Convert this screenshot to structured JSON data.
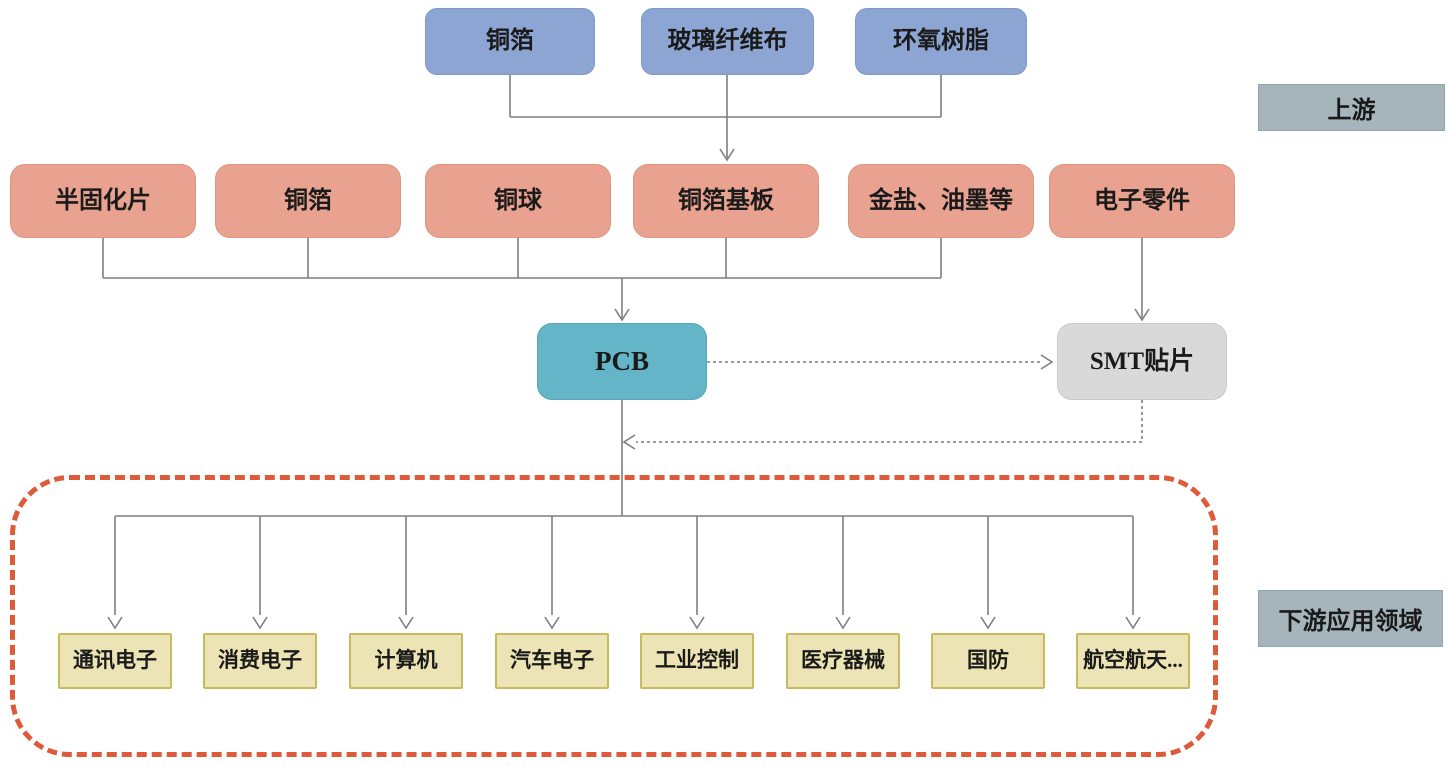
{
  "palette": {
    "blue": "#8CA5D3",
    "blueBorder": "#7E9AC9",
    "salmon": "#E8A28F",
    "salmonBorder": "#DD9480",
    "teal": "#65B5C8",
    "tealBorder": "#55A7BA",
    "gray": "#D9D9D9",
    "grayBorder": "#C9C9C9",
    "yellow": "#ECE4B4",
    "yellowBorder": "#C8BA5E",
    "label": "#A6B4BB",
    "labelBorder": "#90A7B0",
    "line": "#7F7F7F",
    "dashedBox": "#DD5B3B",
    "text": "#1A1A1A"
  },
  "stages": {
    "upstream_label": "上游",
    "downstream_label": "下游应用领域"
  },
  "raw_materials": [
    {
      "label": "铜箔"
    },
    {
      "label": "玻璃纤维布"
    },
    {
      "label": "环氧树脂"
    }
  ],
  "midstream_inputs": [
    {
      "label": "半固化片"
    },
    {
      "label": "铜箔"
    },
    {
      "label": "铜球"
    },
    {
      "label": "铜箔基板"
    },
    {
      "label": "金盐、油墨等"
    },
    {
      "label": "电子零件"
    }
  ],
  "core": {
    "pcb": "PCB",
    "smt": "SMT贴片"
  },
  "downstream_applications": [
    {
      "label": "通讯电子"
    },
    {
      "label": "消费电子"
    },
    {
      "label": "计算机"
    },
    {
      "label": "汽车电子"
    },
    {
      "label": "工业控制"
    },
    {
      "label": "医疗器械"
    },
    {
      "label": "国防"
    },
    {
      "label": "航空航天..."
    }
  ]
}
